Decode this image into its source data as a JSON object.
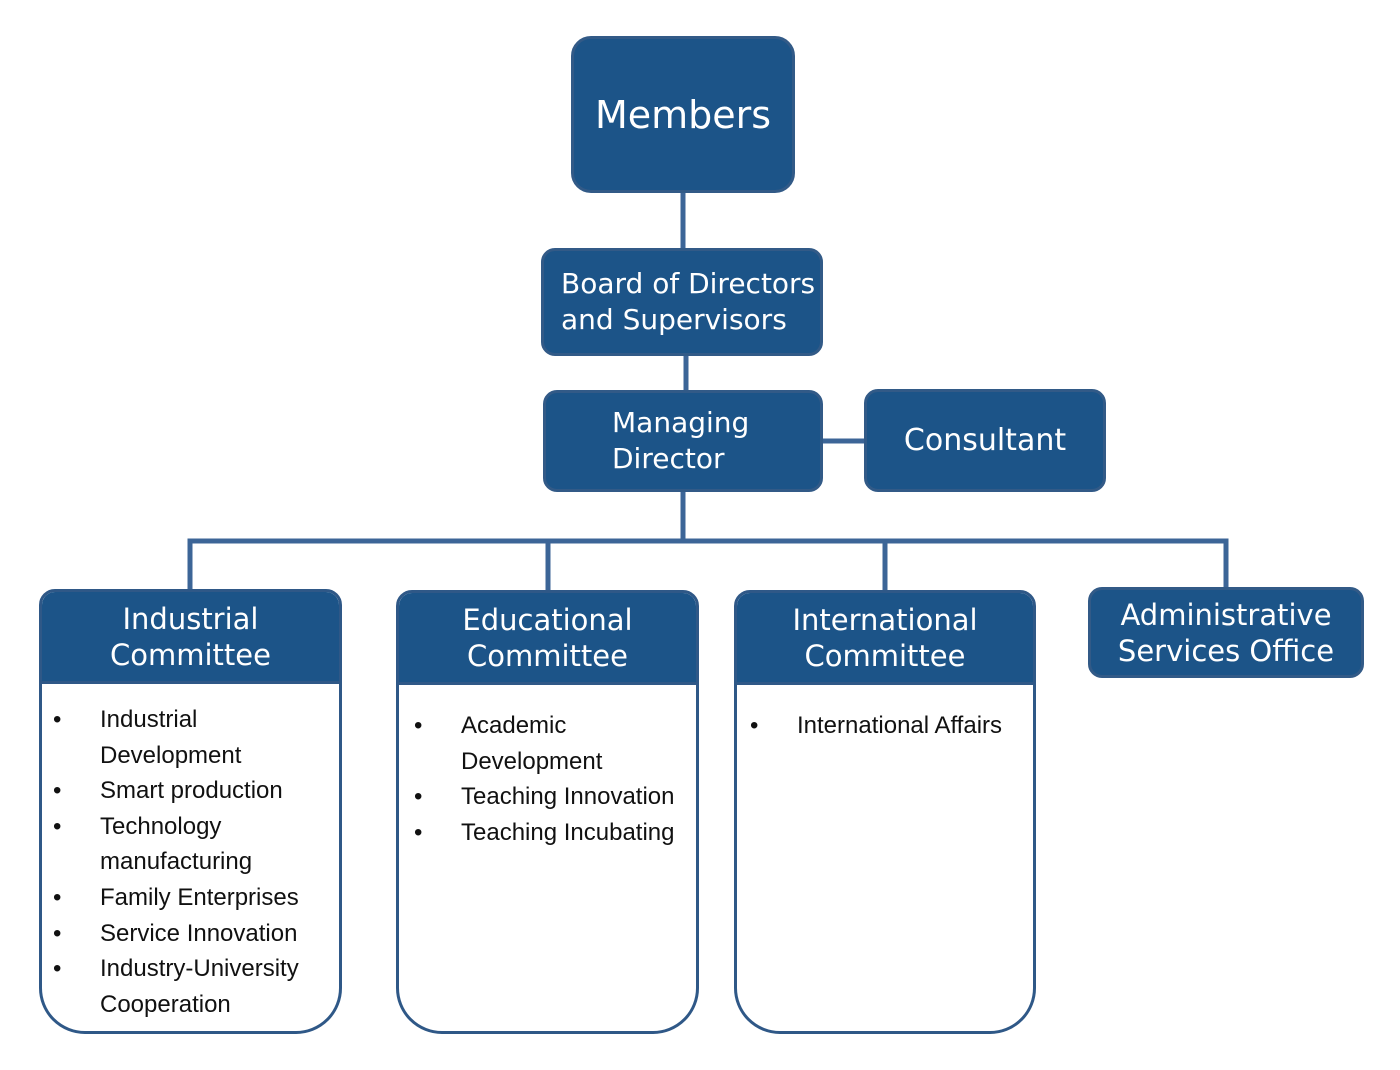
{
  "nodes": {
    "members": "Members",
    "board": "Board of Directors\nand Supervisors",
    "managing_director": "Managing\nDirector",
    "consultant": "Consultant",
    "administrative": "Administrative\nServices Office"
  },
  "committees": [
    {
      "title": "Industrial\nCommittee",
      "items": [
        "Industrial\nDevelopment",
        "Smart production",
        "Technology\nmanufacturing",
        "Family Enterprises",
        "Service Innovation",
        "Industry-University\nCooperation"
      ]
    },
    {
      "title": "Educational\nCommittee",
      "items": [
        "Academic\nDevelopment",
        "Teaching Innovation",
        "Teaching Incubating"
      ]
    },
    {
      "title": "International\nCommittee",
      "items": [
        "International Affairs"
      ]
    }
  ],
  "colors": {
    "box_fill": "#1c5488",
    "box_border": "#325a87",
    "connector": "#3c6597"
  }
}
